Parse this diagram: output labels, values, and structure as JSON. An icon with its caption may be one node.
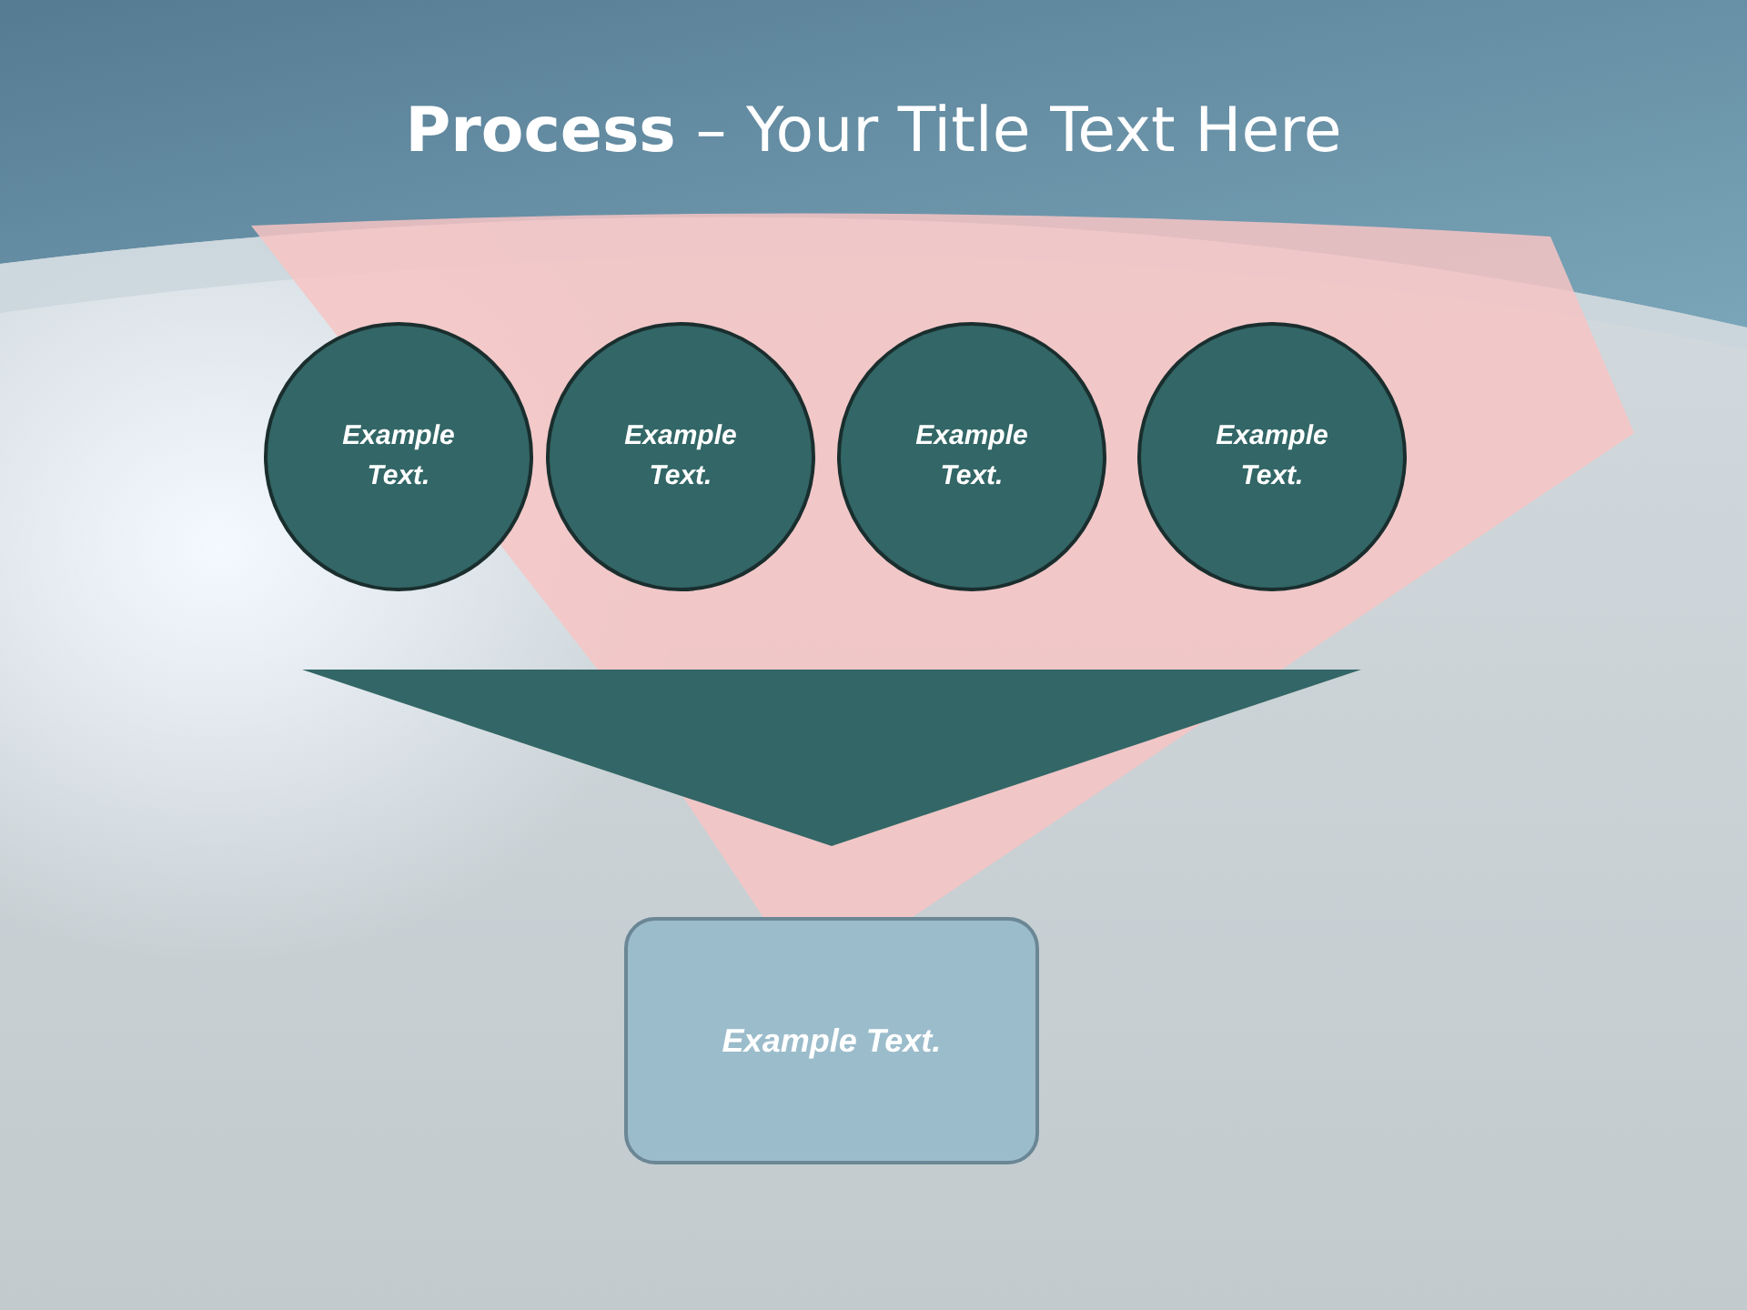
{
  "diagram": {
    "title": "**Process** – Your Title Text Here",
    "nodes": [
      {
        "text": [
          "Example Text."
        ]
      },
      {
        "text": [
          "Example Text."
        ]
      },
      {
        "text": [
          "Example Text."
        ]
      },
      {
        "text": [
          "Example Text."
        ]
      },
      {
        "text": [],
        "shape": "triangle"
      },
      {
        "text": [
          "Example Text."
        ]
      }
    ]
  }
}
